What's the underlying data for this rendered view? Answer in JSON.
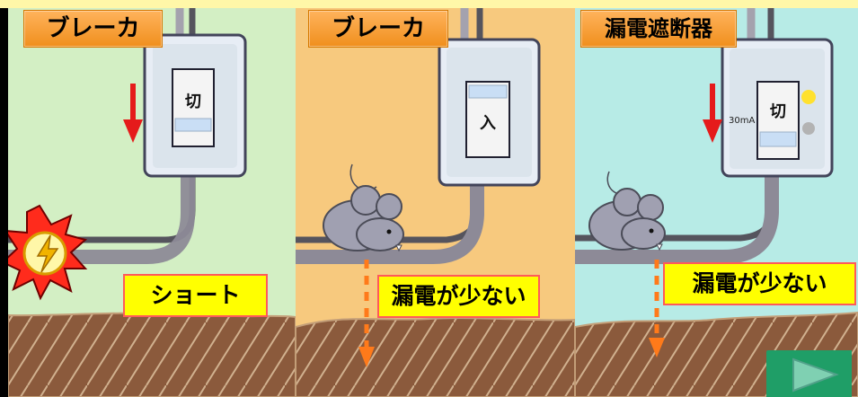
{
  "panels": [
    {
      "title": "ブレーカ",
      "label": "ショート",
      "switch_text": "切"
    },
    {
      "title": "ブレーカ",
      "label": "漏電が少ない",
      "switch_text": "入"
    },
    {
      "title": "漏電遮断器",
      "label": "漏電が少ない",
      "switch_text": "切",
      "rating": "30mA"
    }
  ],
  "colors": {
    "top_strip": "#fff7a8",
    "panel1_bg": "#d3efc4",
    "panel2_bg": "#f7c97e",
    "panel3_bg": "#b7ebe6",
    "title_orange": "#f08f1d",
    "label_yellow": "#ffff00",
    "red_arrow": "#e51b1b",
    "orange_arrow": "#ff7a1a",
    "floor": "#8b5a3c",
    "next_green": "#1f9e67"
  },
  "icons": {
    "next": "play-triangle-icon"
  }
}
